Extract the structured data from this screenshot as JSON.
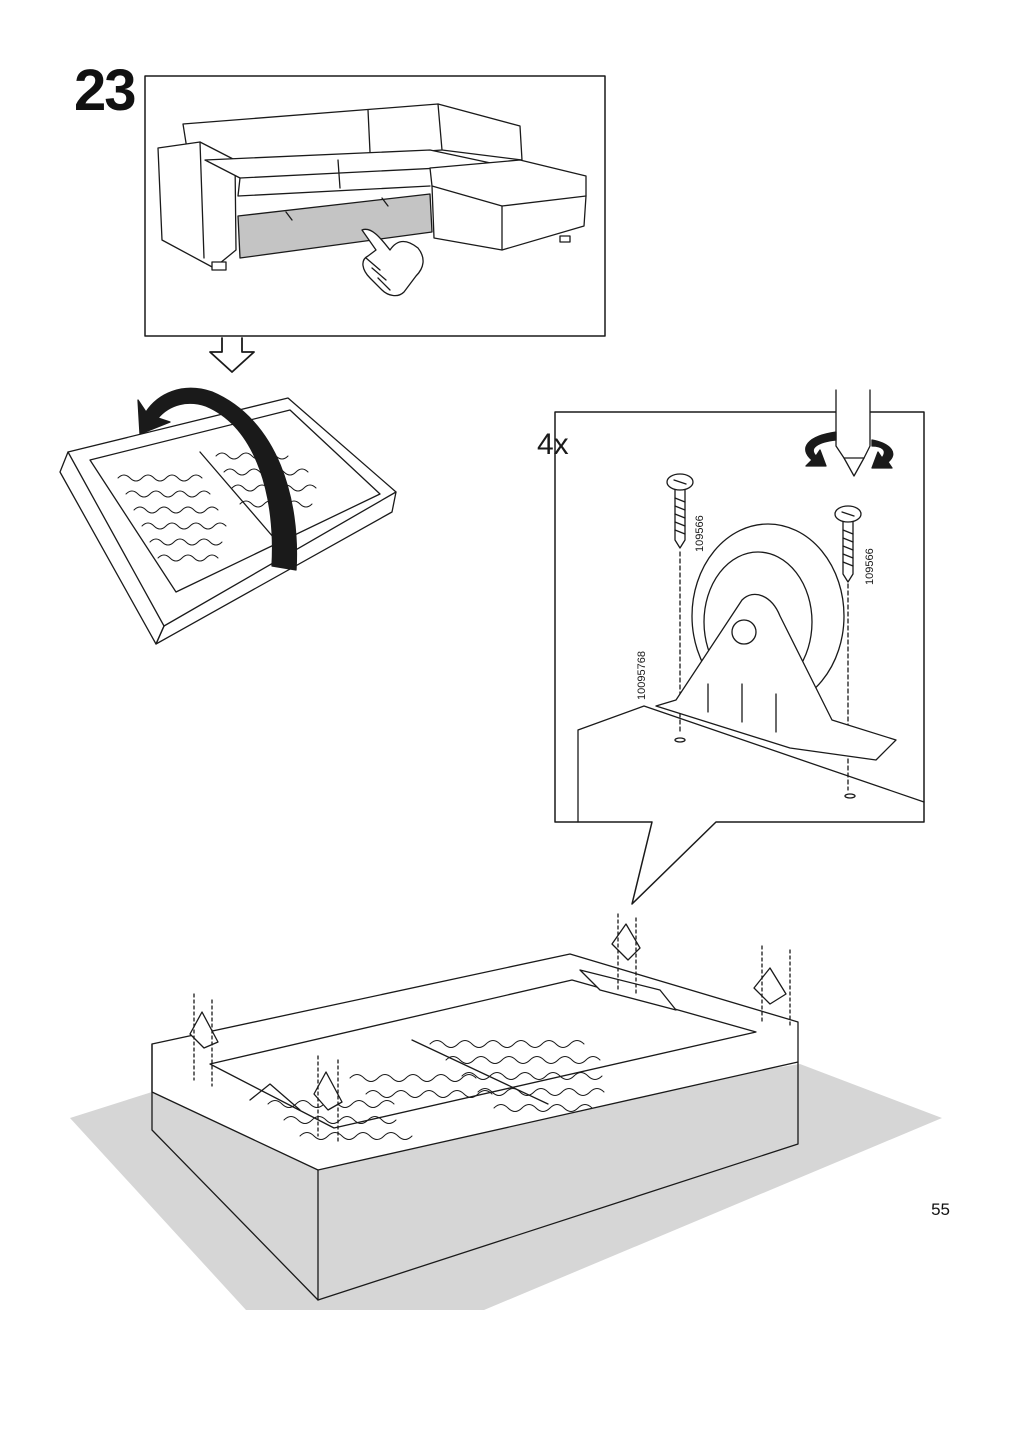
{
  "step": {
    "number": "23"
  },
  "detail": {
    "quantity": "4x",
    "parts": {
      "screw_left": "109566",
      "screw_right": "109566",
      "caster": "10095768"
    }
  },
  "page": {
    "number": "55"
  },
  "colors": {
    "line": "#1a1a1a",
    "floor": "#d6d6d6",
    "panel": "#c4c4c4",
    "background": "#ffffff"
  },
  "icons": [
    "arrow-down-icon",
    "rotate-arrow-icon",
    "screwdriver-icon",
    "hand-icon",
    "screw-icon",
    "caster-wheel-icon"
  ]
}
